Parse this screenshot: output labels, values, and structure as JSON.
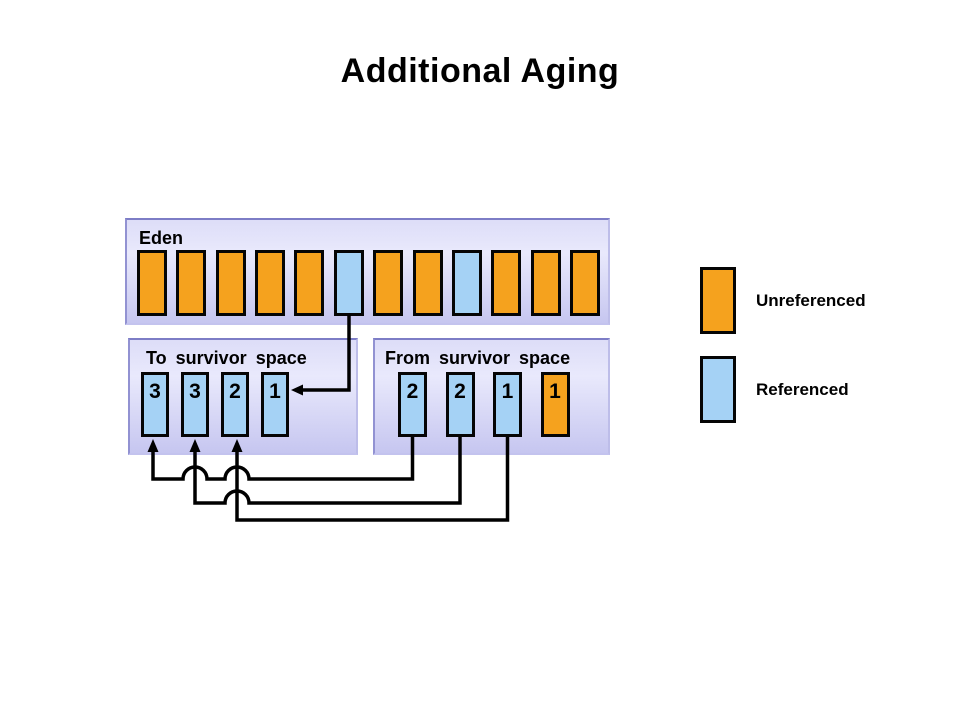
{
  "title": "Additional Aging",
  "colors": {
    "unreferenced": "#F5A21E",
    "referenced": "#A5D2F5",
    "box-fill-top": "#DDDDF8",
    "box-fill-bottom": "#C6C6F0",
    "line": "#000000"
  },
  "eden": {
    "label": "Eden",
    "blocks": [
      {
        "type": "unreferenced"
      },
      {
        "type": "unreferenced"
      },
      {
        "type": "unreferenced"
      },
      {
        "type": "unreferenced"
      },
      {
        "type": "unreferenced"
      },
      {
        "type": "referenced"
      },
      {
        "type": "unreferenced"
      },
      {
        "type": "unreferenced"
      },
      {
        "type": "referenced"
      },
      {
        "type": "unreferenced"
      },
      {
        "type": "unreferenced"
      },
      {
        "type": "unreferenced"
      }
    ]
  },
  "to_survivor": {
    "label": "To survivor space",
    "blocks": [
      {
        "age": "3",
        "type": "referenced"
      },
      {
        "age": "3",
        "type": "referenced"
      },
      {
        "age": "2",
        "type": "referenced"
      },
      {
        "age": "1",
        "type": "referenced"
      }
    ]
  },
  "from_survivor": {
    "label": "From survivor space",
    "blocks": [
      {
        "age": "2",
        "type": "referenced"
      },
      {
        "age": "2",
        "type": "referenced"
      },
      {
        "age": "1",
        "type": "referenced"
      },
      {
        "age": "1",
        "type": "unreferenced"
      }
    ]
  },
  "legend": {
    "items": [
      {
        "label": "Unreferenced",
        "type": "unreferenced"
      },
      {
        "label": "Referenced",
        "type": "referenced"
      }
    ]
  },
  "connections": [
    {
      "from": "eden referenced block 6",
      "to": "to-survivor block (age 1)"
    },
    {
      "from": "from-survivor block 1 (age 2)",
      "to": "to-survivor block 1 (age 3)"
    },
    {
      "from": "from-survivor block 2 (age 2)",
      "to": "to-survivor block 2 (age 3)"
    },
    {
      "from": "from-survivor block 3 (age 1)",
      "to": "to-survivor block 3 (age 2)"
    }
  ]
}
